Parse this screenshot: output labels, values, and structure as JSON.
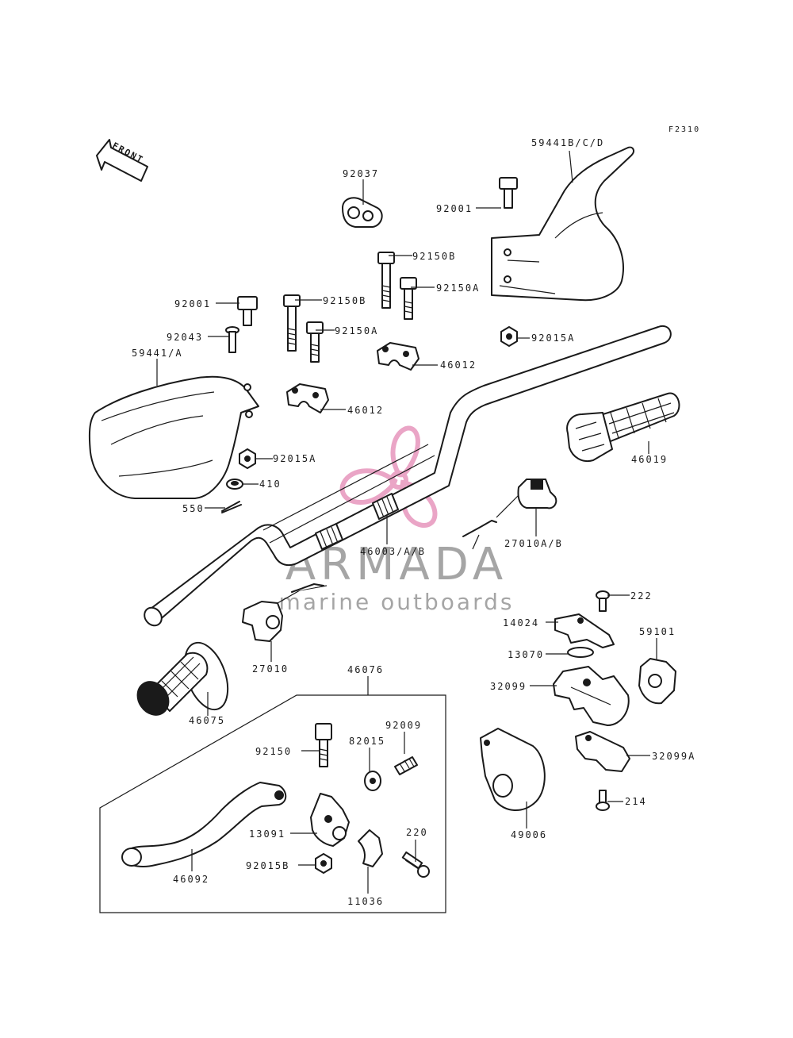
{
  "ref_code": "F2310",
  "front_label": "FRONT",
  "watermark": {
    "name": "ARMADA",
    "tagline": "marine outboards",
    "logo_color": "#e89cc0"
  },
  "parts": {
    "p59441bcd": "59441B/C/D",
    "p92037": "92037",
    "p92001_r": "92001",
    "p92150b_1": "92150B",
    "p92150a_1": "92150A",
    "p92150b_2": "92150B",
    "p92150a_2": "92150A",
    "p92001_l": "92001",
    "p92043": "92043",
    "p59441a": "59441/A",
    "p92015a_r": "92015A",
    "p46012_1": "46012",
    "p46012_2": "46012",
    "p46019": "46019",
    "p92015a_l": "92015A",
    "p410": "410",
    "p550": "550",
    "p27010ab": "27010A/B",
    "p46003": "46003/A/B",
    "p222": "222",
    "p14024": "14024",
    "p59101": "59101",
    "p13070": "13070",
    "p27010": "27010",
    "p46076": "46076",
    "p32099": "32099",
    "p46075": "46075",
    "p92009": "92009",
    "p92150": "92150",
    "p82015": "82015",
    "p32099a": "32099A",
    "p49006": "49006",
    "p214": "214",
    "p220": "220",
    "p13091": "13091",
    "p92015b": "92015B",
    "p46092": "46092",
    "p11036": "11036"
  }
}
